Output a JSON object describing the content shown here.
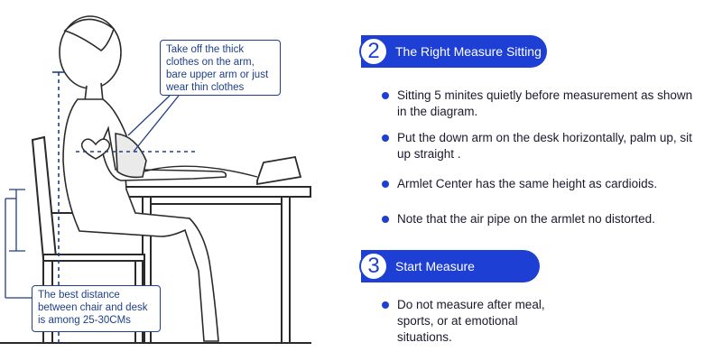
{
  "callouts": {
    "clothes": "Take off the thick clothes on the arm, bare upper arm or just wear thin clothes",
    "distance": "The best distance between chair and desk is among 25-30CMs"
  },
  "sections": [
    {
      "number": "2",
      "title": "The Right Measure Sitting",
      "bullets": [
        "Sitting 5 minites quietly before measurement as shown in the diagram.",
        "Put the down arm on the desk horizontally, palm up, sit up straight .",
        "Armlet Center has the same height as cardioids.",
        "Note that the air pipe on the armlet no distorted."
      ]
    },
    {
      "number": "3",
      "title": "Start Measure",
      "bullets": [
        "Do not measure after meal, sports, or at emotional situations."
      ]
    }
  ],
  "colors": {
    "accent": "#1e3fd4",
    "dark_blue": "#1f3f86",
    "text": "#1a1a2e"
  },
  "icons": [
    "woman-sitting-figure",
    "heart-icon",
    "blood-pressure-monitor",
    "chair",
    "desk"
  ]
}
